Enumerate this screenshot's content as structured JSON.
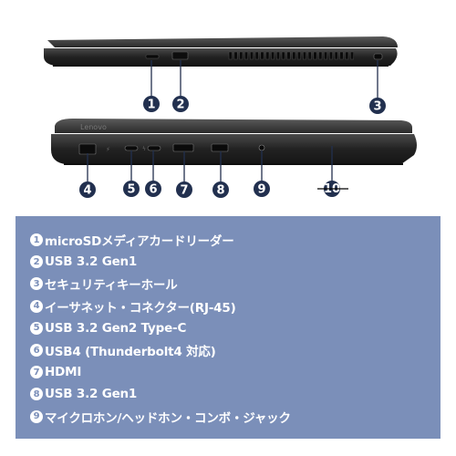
{
  "markers": {
    "m1": "1",
    "m2": "2",
    "m3": "3",
    "m4": "4",
    "m5": "5",
    "m6": "6",
    "m7": "7",
    "m8": "8",
    "m9": "9",
    "m10": "10"
  },
  "brand_text": "Lenovo",
  "legend": [
    {
      "num": "1",
      "text": "microSDメディアカードリーダー"
    },
    {
      "num": "2",
      "text": "USB 3.2 Gen1"
    },
    {
      "num": "3",
      "text": "セキュリティキーホール"
    },
    {
      "num": "4",
      "text": "イーサネット・コネクター(RJ-45)"
    },
    {
      "num": "5",
      "text": "USB 3.2 Gen2 Type-C"
    },
    {
      "num": "6",
      "text": "USB4 (Thunderbolt4 対応)"
    },
    {
      "num": "7",
      "text": "HDMI"
    },
    {
      "num": "8",
      "text": "USB 3.2 Gen1"
    },
    {
      "num": "9",
      "text": "マイクロホン/ヘッドホン・コンボ・ジャック"
    }
  ],
  "colors": {
    "marker": "#22304f",
    "panel": "#7b8fb9",
    "laptop_body": "#2b2b2b"
  }
}
